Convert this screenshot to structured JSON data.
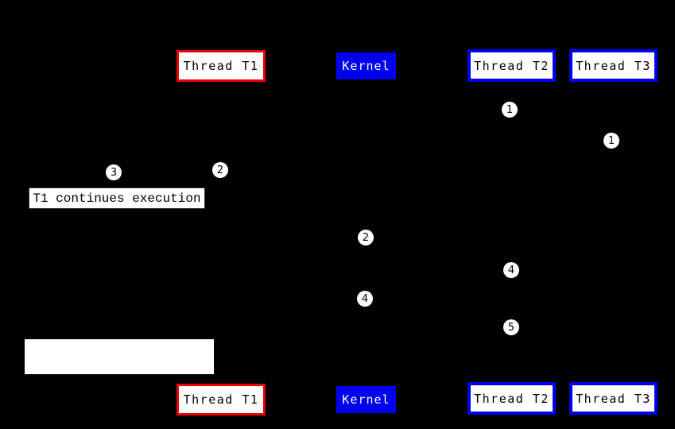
{
  "colors": {
    "background": "#000000",
    "thread_t1_border": "#ee0000",
    "thread_t2_t3_border": "#0000ee",
    "kernel_fill": "#0000ee",
    "kernel_text": "#ffffff",
    "box_fill": "#ffffff",
    "box_text": "#000000",
    "marker_fill": "#ffffff",
    "marker_text": "#000000"
  },
  "boxes": {
    "t1": "Thread T1",
    "kernel": "Kernel",
    "t2": "Thread T2",
    "t3": "Thread T3"
  },
  "markers": [
    "1",
    "1",
    "2",
    "3",
    "2",
    "4",
    "4",
    "5"
  ],
  "note": {
    "text": "T1 continues execution"
  }
}
